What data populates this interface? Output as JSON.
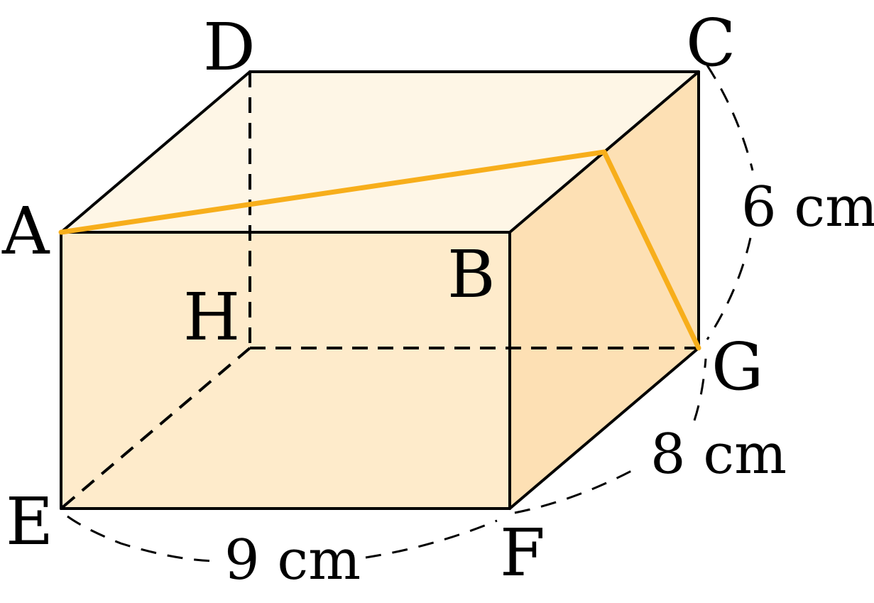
{
  "figure": {
    "vertices": {
      "A": "A",
      "B": "B",
      "C": "C",
      "D": "D",
      "E": "E",
      "F": "F",
      "G": "G",
      "H": "H"
    },
    "dimensions": {
      "length_label": "9 cm",
      "width_label": "8 cm",
      "height_label": "6 cm"
    },
    "colors": {
      "front_face": "#FEEBCB",
      "top_face": "#FEF6E6",
      "side_face": "#FDE0B4",
      "edges": "#000000",
      "shortest_path": "#F7AE1B"
    }
  }
}
